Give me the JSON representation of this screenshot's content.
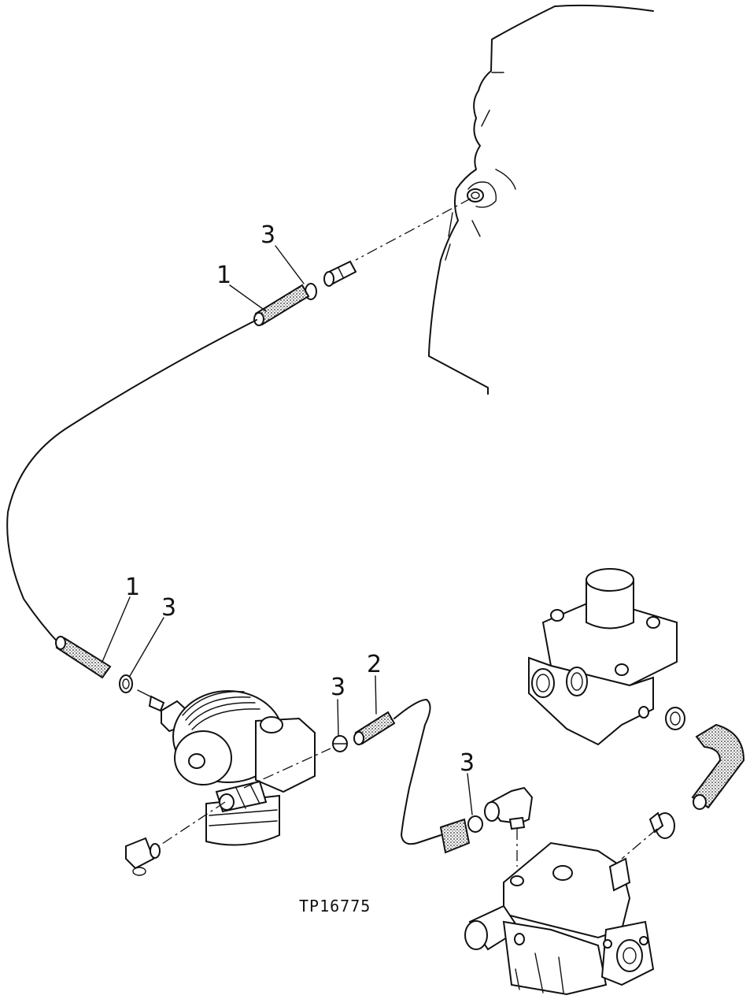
{
  "callouts": {
    "upper_hose": "1",
    "upper_clamp": "3",
    "lower_hose": "1",
    "lower_clamp": "3",
    "short_hose": "2",
    "short_hose_clamp": "3",
    "pump_clamp": "3"
  },
  "figure_ref": "TP16775"
}
